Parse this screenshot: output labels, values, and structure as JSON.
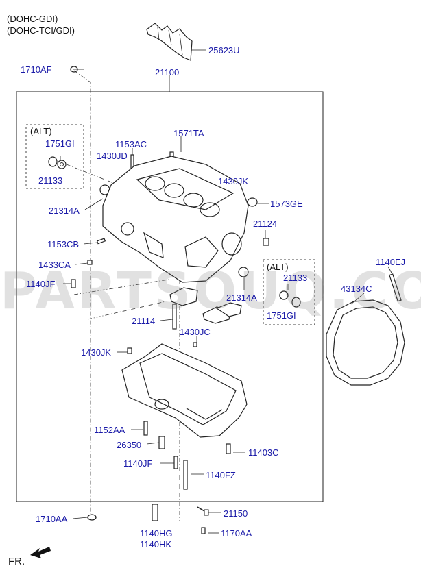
{
  "engine_variants": [
    "(DOHC-GDI)",
    "(DOHC-TCI/GDI)"
  ],
  "watermark": "PARTSOUQ.COM",
  "alt_label": "(ALT)",
  "fr_label": "FR.",
  "parts": {
    "p25623U": "25623U",
    "p1710AF": "1710AF",
    "p21100": "21100",
    "p1751GI_a": "1751GI",
    "p21133_a": "21133",
    "p1430JD": "1430JD",
    "p1153AC": "1153AC",
    "p1571TA": "1571TA",
    "p1430JK_a": "1430JK",
    "p21314A_a": "21314A",
    "p1573GE": "1573GE",
    "p21124": "21124",
    "p1153CB": "1153CB",
    "p1433CA": "1433CA",
    "p1140JF_a": "1140JF",
    "p21133_b": "21133",
    "p21314A_b": "21314A",
    "p1751GI_b": "1751GI",
    "p1140EJ": "1140EJ",
    "p43134C": "43134C",
    "p21114": "21114",
    "p1430JC": "1430JC",
    "p1430JK_b": "1430JK",
    "p1152AA": "1152AA",
    "p26350": "26350",
    "p11403C": "11403C",
    "p1140JF_b": "1140JF",
    "p1140FZ": "1140FZ",
    "p1710AA": "1710AA",
    "p21150": "21150",
    "p1140HG": "1140HG",
    "p1140HK": "1140HK",
    "p1170AA": "1170AA"
  },
  "colors": {
    "label": "#1a1aa8",
    "line": "#222222",
    "watermark": "#c8c8c8"
  }
}
